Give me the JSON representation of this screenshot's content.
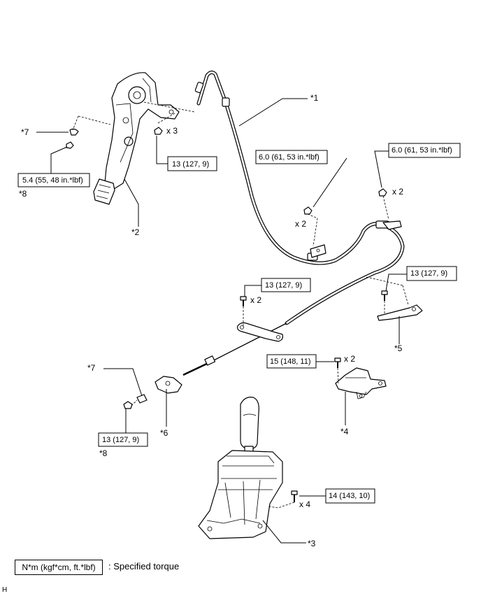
{
  "parts": {
    "p1": "*1",
    "p2": "*2",
    "p3": "*3",
    "p4": "*4",
    "p5": "*5",
    "p6": "*6",
    "p7a": "*7",
    "p7b": "*7",
    "p8a": "*8",
    "p8b": "*8"
  },
  "quantities": {
    "q_pedal_nut": "x 3",
    "q_mid_bolt": "x 2",
    "q_right_top": "x 2",
    "q_left_mid": "x 2",
    "q_p4": "x 2",
    "q_shifter": "x 4"
  },
  "torques": {
    "t_pedal_left": "5.4 (55, 48 in.*lbf)",
    "t_pedal_nut": "13 (127, 9)",
    "t_mid": "6.0 (61, 53 in.*lbf)",
    "t_right_top": "6.0 (61, 53 in.*lbf)",
    "t_left_mid": "13 (127, 9)",
    "t_right_mid": "13 (127, 9)",
    "t_p4": "15 (148, 11)",
    "t_lower_left": "13 (127, 9)",
    "t_shifter": "14 (143, 10)"
  },
  "legend": {
    "unit": "N*m (kgf*cm, ft.*lbf)",
    "description": ": Specified torque"
  },
  "figure_code": "H"
}
